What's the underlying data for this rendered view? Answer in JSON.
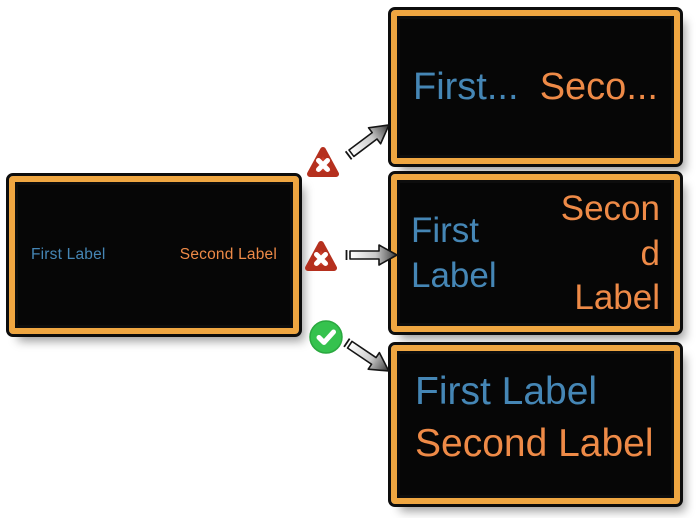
{
  "diagram": {
    "source_box": {
      "first_label": "First Label",
      "second_label": "Second Label"
    },
    "results": {
      "truncated": {
        "first_label": "First...",
        "second_label": "Seco...",
        "status": "rejected"
      },
      "wrapped": {
        "first_label_lines": [
          "First",
          "Label"
        ],
        "second_label_lines": [
          "Secon",
          "d",
          "Label"
        ],
        "status": "rejected"
      },
      "stacked": {
        "first_label": "First Label",
        "second_label": "Second Label",
        "status": "accepted"
      }
    }
  },
  "colors": {
    "frame_orange": "#efa641",
    "screen_black": "#060606",
    "first_label_blue": "#4586b5",
    "second_label_orange": "#ee8a47",
    "reject_red": "#c93b27",
    "accept_green": "#35c24e",
    "page_background": "#ffffff"
  }
}
